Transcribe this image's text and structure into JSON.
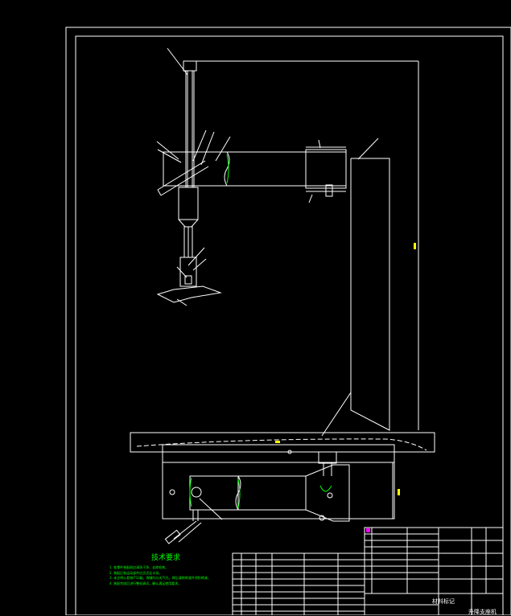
{
  "drawing": {
    "technical_requirements_title": "技术要求",
    "technical_notes": [
      "1. 各零件装配前应清洗干净，去除毛刺。",
      "2. 装配后各运动部件应灵活无卡滞。",
      "3. 未注明公差按IT12级，焊缝均匀无气孔，焊后清除焊渣并涂防锈漆。",
      "4. 装配完成后进行整机调试，确认满足使用要求。"
    ],
    "title_block": {
      "label": "材料标记",
      "drawing_name": "升降支座机"
    },
    "colors": {
      "background": "#000000",
      "line": "#ffffff",
      "notes": "#00ff00",
      "dimension": "#ffff00",
      "accent": "#ff00ff"
    }
  }
}
